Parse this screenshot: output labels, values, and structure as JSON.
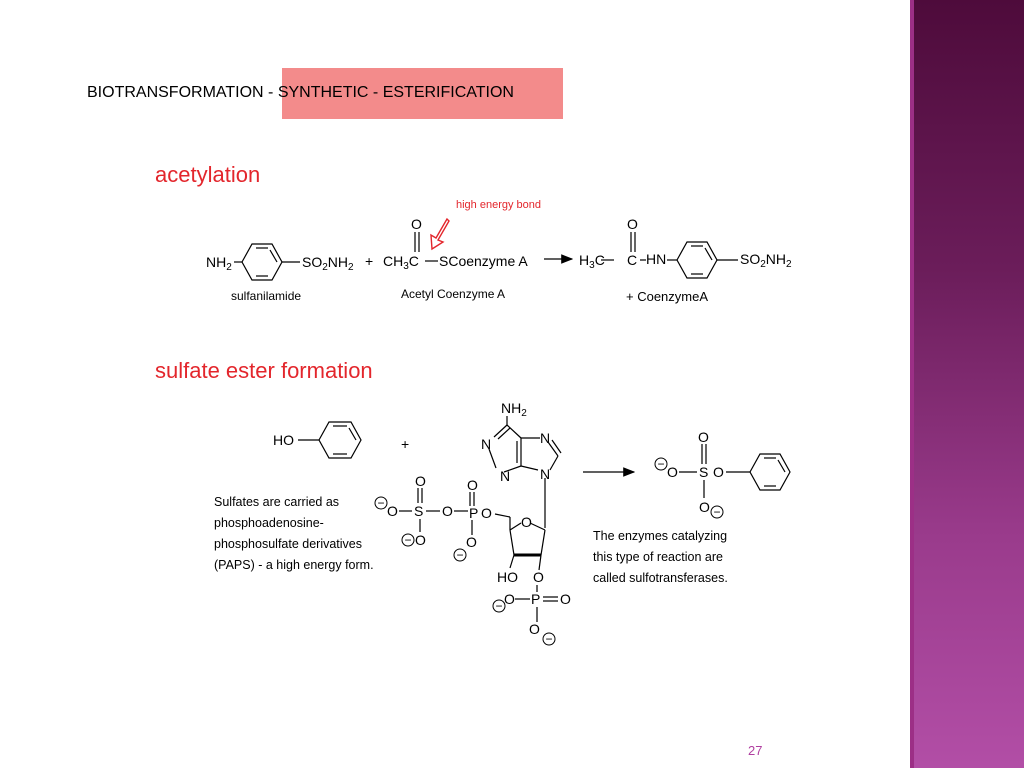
{
  "slide": {
    "title": "BIOTRANSFORMATION - SYNTHETIC - ESTERIFICATION",
    "page_number": "27",
    "colors": {
      "heading": "#e3262c",
      "title_box": "#f38b8b",
      "sidebar": "#6b1d5a"
    }
  },
  "acetylation": {
    "heading": "acetylation",
    "annotation": "high energy bond",
    "sulfanilamide": {
      "left_group": "NH2",
      "right_group": "SO2NH2",
      "caption": "sulfanilamide"
    },
    "plus": "+",
    "acetyl_coa": {
      "oxygen": "O",
      "left_group": "CH3C",
      "right_group": "SCoenzyme A",
      "caption": "Acetyl Coenzyme A"
    },
    "product": {
      "oxygen": "O",
      "methyl": "H3C",
      "carbon": "C",
      "amine": "HN",
      "right_group": "SO2NH2",
      "byproduct": "+ CoenzymeA"
    }
  },
  "sulfation": {
    "heading": "sulfate ester formation",
    "phenol": {
      "group": "HO"
    },
    "plus": "+",
    "paps": {
      "amine": "NH2",
      "n1": "N",
      "n3": "N",
      "n7": "N",
      "n9": "N",
      "s_o_top": "O",
      "s_atom": "S",
      "s_o_minus": "O",
      "s_o_bottom": "O",
      "bridge_o": "O",
      "p_o_top": "O",
      "p_atom": "P",
      "p_o_right": "O",
      "p_o_bottom": "O",
      "ring_o": "O",
      "hydroxyl": "HO",
      "o3": "O",
      "p2_o_left": "O",
      "p2_atom": "P",
      "p2_o_right": "O",
      "p2_o_bottom": "O",
      "minus_sign": "−"
    },
    "product": {
      "o_top": "O",
      "s_atom": "S",
      "o_left": "O",
      "o_right": "O",
      "o_bottom": "O"
    },
    "note_left": "Sulfates are carried as\nphosphoadenosine-\nphosphosulfate derivatives\n(PAPS) - a high energy form.",
    "note_right": "The enzymes catalyzing\nthis type of reaction are\ncalled sulfotransferases."
  }
}
